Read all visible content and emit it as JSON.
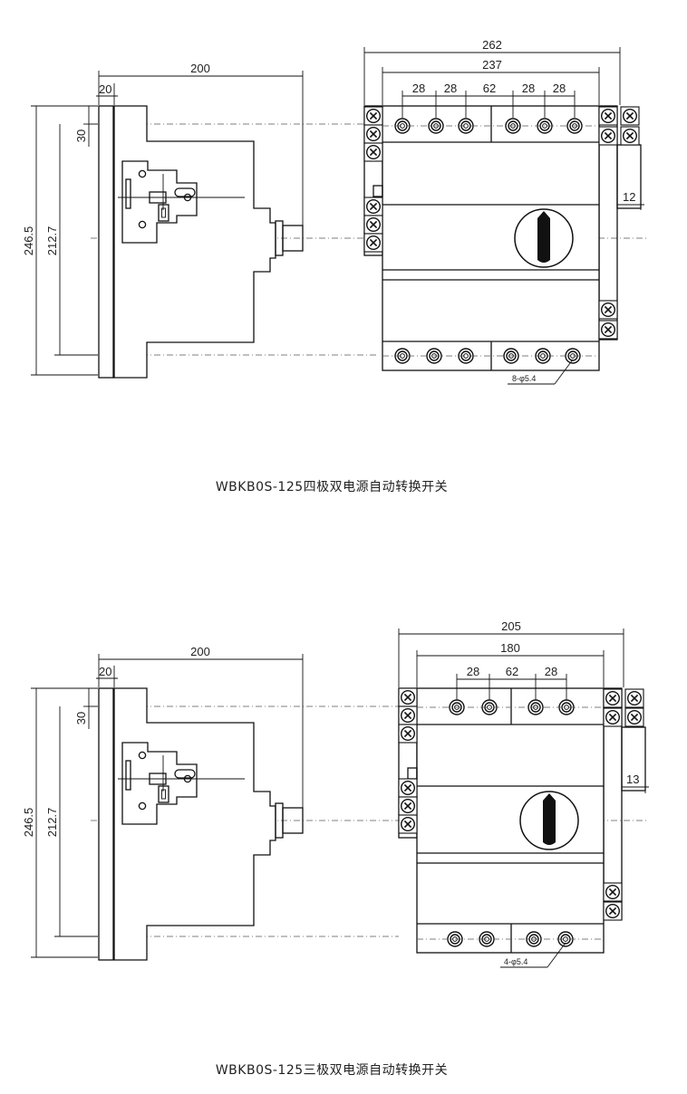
{
  "figures": [
    {
      "id": "four-pole",
      "caption": "WBKB0S-125四极双电源自动转换开关",
      "side_view": {
        "width": "200",
        "flange": "20",
        "top_offset": "30",
        "height_total": "246.5",
        "height_mount": "212.7"
      },
      "front_view": {
        "width_total": "262",
        "width_body": "237",
        "pitches": [
          "28",
          "28",
          "62",
          "28",
          "28"
        ],
        "side_offset": "12",
        "holes": "8-φ5.4"
      }
    },
    {
      "id": "three-pole",
      "caption": "WBKB0S-125三极双电源自动转换开关",
      "side_view": {
        "width": "200",
        "flange": "20",
        "top_offset": "30",
        "height_total": "246.5",
        "height_mount": "212.7"
      },
      "front_view": {
        "width_total": "205",
        "width_body": "180",
        "pitches": [
          "28",
          "62",
          "28"
        ],
        "side_offset": "13",
        "holes": "4-φ5.4"
      }
    }
  ]
}
